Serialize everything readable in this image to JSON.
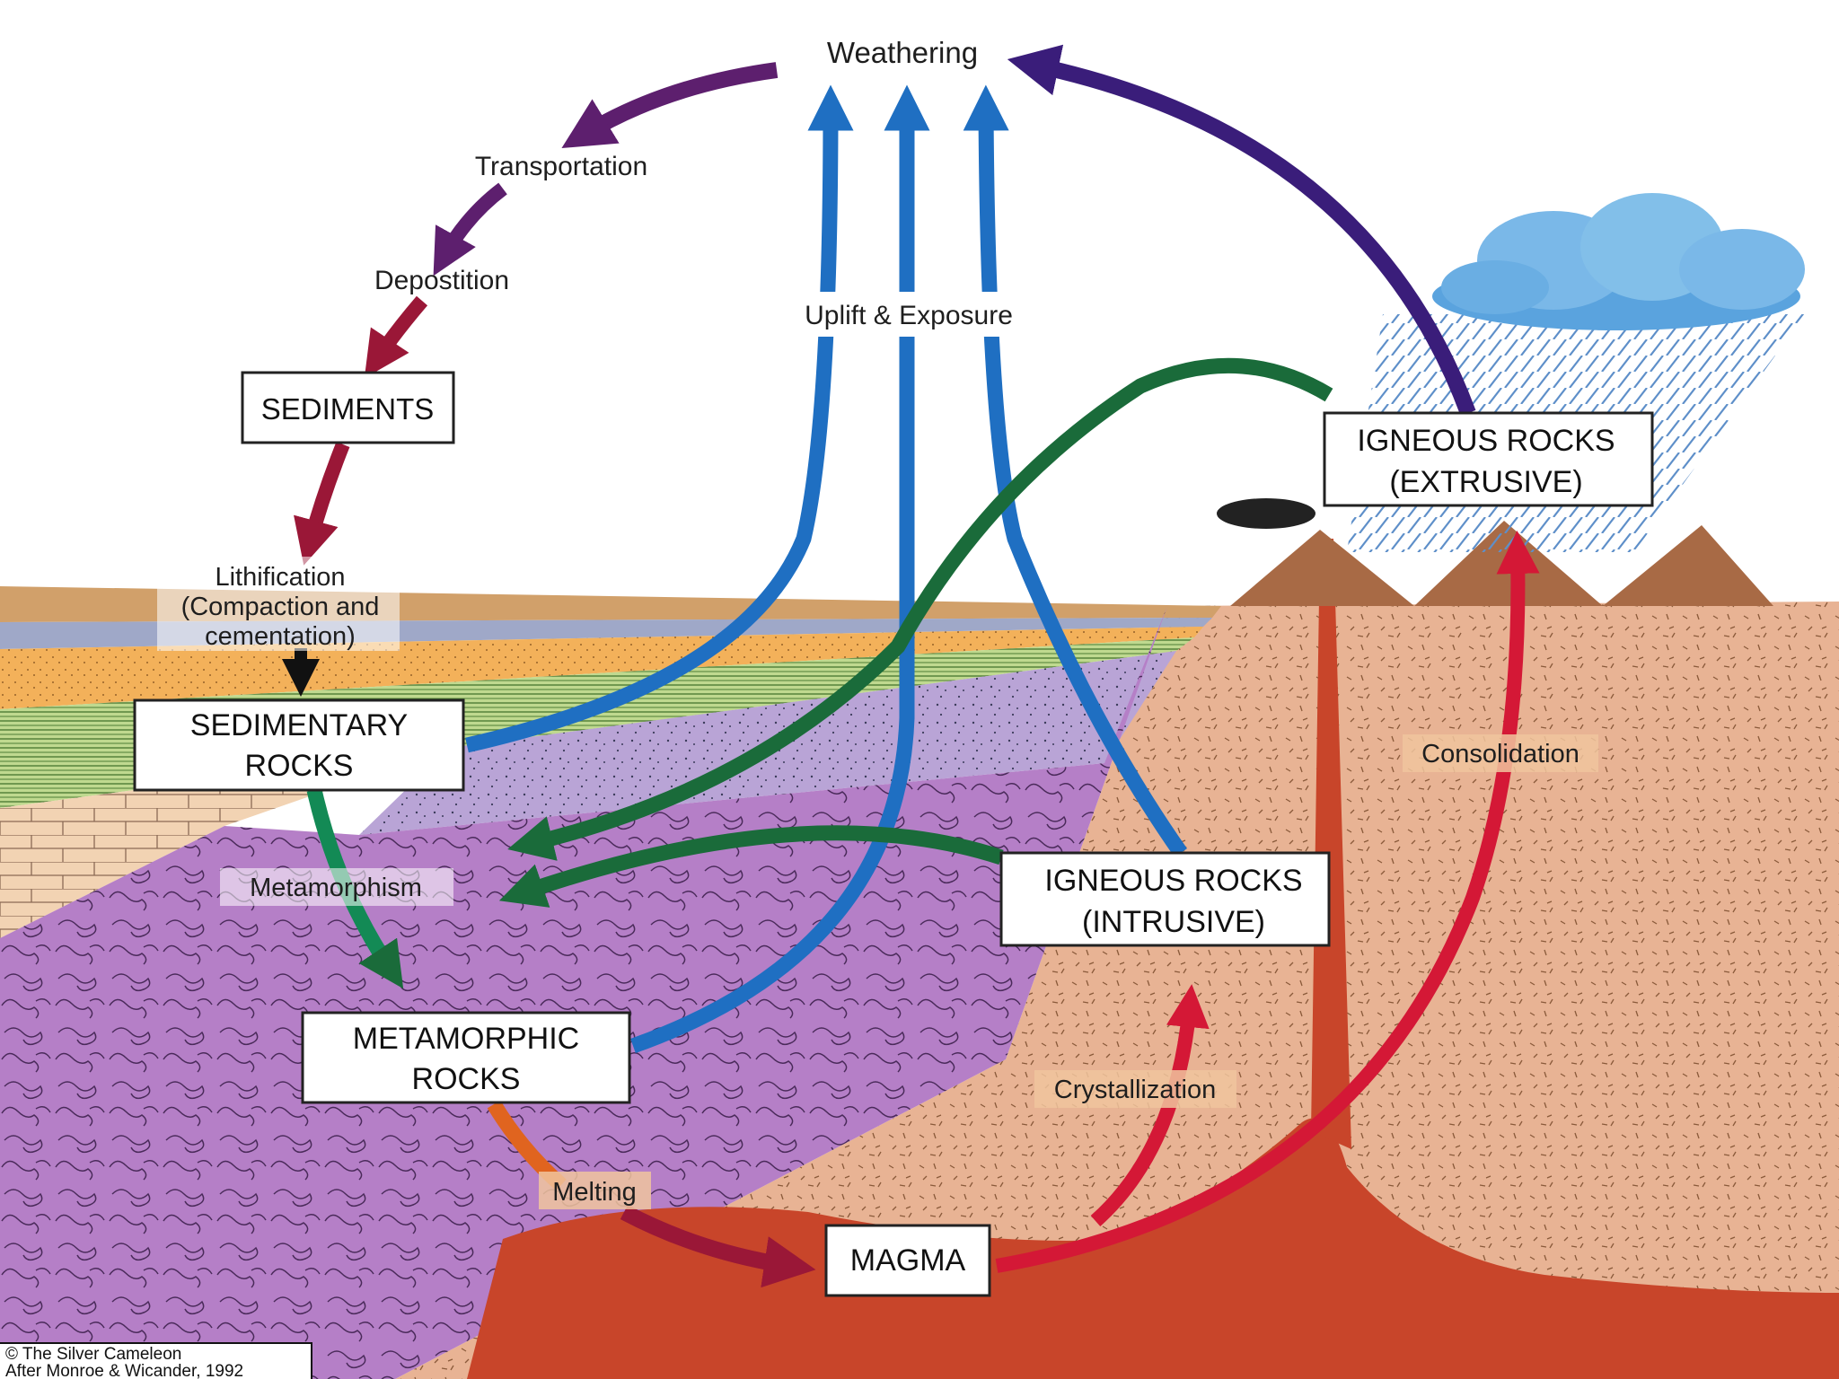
{
  "colors": {
    "sky": "#ffffff",
    "purple_arrow": "#5d1f6e",
    "navy_arrow": "#3a1d7a",
    "maroon_arrow": "#9a1737",
    "blue_arrow": "#1f6fc2",
    "green_arrow": "#1a6b3a",
    "red_arrow": "#d41836",
    "orange_arrow": "#e0641f",
    "crust": "#e8b394",
    "magma": "#c8452a",
    "metamorphic": "#b57fc7",
    "mountains": "#a86a45",
    "cloud": "#62a9df",
    "rain": "#5e8fc9"
  },
  "labels": {
    "weathering": "Weathering",
    "transportation": "Transportation",
    "deposition": "Depostition",
    "uplift": "Uplift & Exposure",
    "lithification_1": "Lithification",
    "lithification_2": "(Compaction and",
    "lithification_3": "cementation)",
    "metamorphism": "Metamorphism",
    "melting": "Melting",
    "crystallization": "Crystallization",
    "consolidation": "Consolidation"
  },
  "boxes": {
    "sediments": "SEDIMENTS",
    "sedimentary_1": "SEDIMENTARY",
    "sedimentary_2": "ROCKS",
    "metamorphic_1": "METAMORPHIC",
    "metamorphic_2": "ROCKS",
    "igneous_intrusive_1": "IGNEOUS ROCKS",
    "igneous_intrusive_2": "(INTRUSIVE)",
    "igneous_extrusive_1": "IGNEOUS ROCKS",
    "igneous_extrusive_2": "(EXTRUSIVE)",
    "magma": "MAGMA"
  },
  "credit": {
    "line1": "© The Silver Cameleon",
    "line2": "After Monroe & Wicander, 1992"
  }
}
